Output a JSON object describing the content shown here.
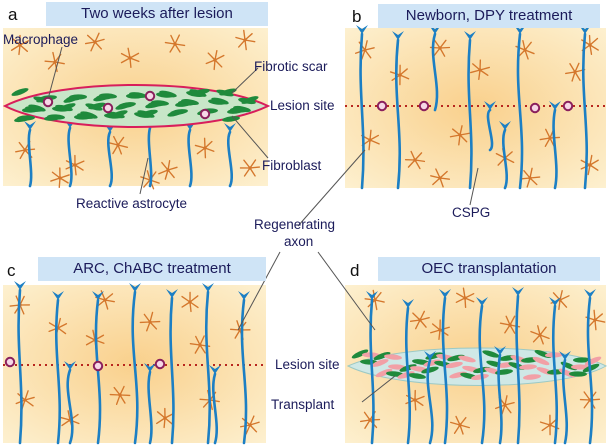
{
  "panels": [
    {
      "letter": "a",
      "title": "Two weeks after lesion"
    },
    {
      "letter": "b",
      "title": "Newborn, DPY treatment"
    },
    {
      "letter": "c",
      "title": "ARC, ChABC treatment"
    },
    {
      "letter": "d",
      "title": "OEC transplantation"
    }
  ],
  "labels": {
    "macrophage": "Macrophage",
    "fibrotic_scar": "Fibrotic scar",
    "lesion_site_top": "Lesion site",
    "fibroblast": "Fibroblast",
    "reactive_astrocyte": "Reactive astrocyte",
    "cspg": "CSPG",
    "regenerating_axon_line1": "Regenerating",
    "regenerating_axon_line2": "axon",
    "lesion_site_bottom": "Lesion site",
    "transplant": "Transplant"
  },
  "colors": {
    "tissue": "#fbe2a8",
    "astrocyte": "#d4772c",
    "axon": "#1c7fc4",
    "scar_outline": "#d81e5b",
    "scar_fill": "#c8e6c8",
    "fibroblast": "#1f8a3c",
    "macrophage": "#8a1f5c",
    "lesion_line": "#b8261e",
    "transplant_fill": "#cfe8e6",
    "transplant_cell": "#f2a0a6",
    "title_box": "#cfe4f6"
  }
}
